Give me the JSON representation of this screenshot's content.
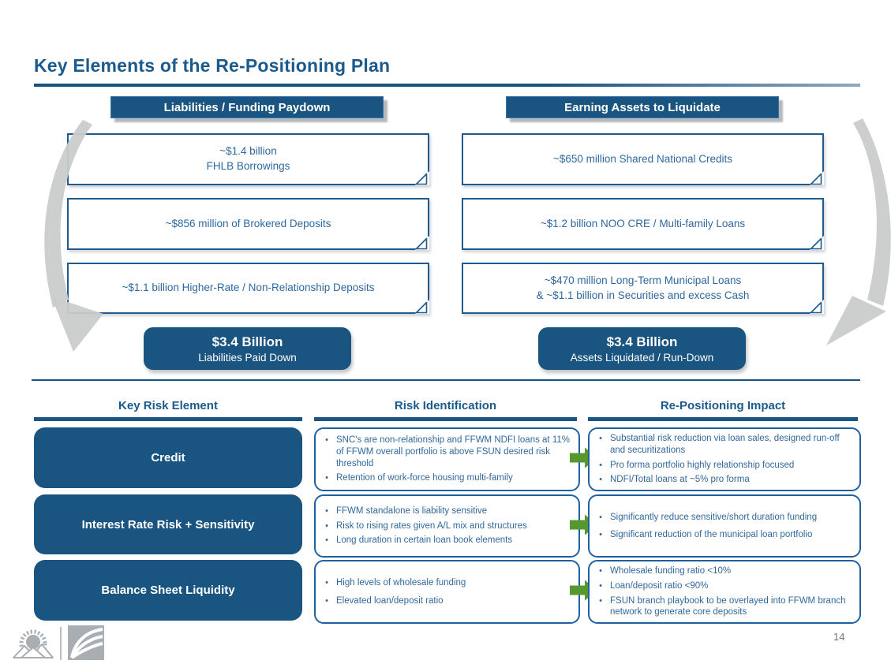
{
  "slide": {
    "title": "Key Elements of the Re-Positioning Plan",
    "page_number": "14"
  },
  "colors": {
    "dark_blue": "#1A5480",
    "title_blue": "#1B5A8C",
    "text_blue": "#31689B",
    "border_blue": "#2060A0",
    "green_arrow": "#55982F",
    "curved_arrow_gray": "#C9CCCB",
    "logo_gray": "#A9AEB2"
  },
  "top_section": {
    "left": {
      "header": "Liabilities / Funding Paydown",
      "boxes": [
        {
          "lines": [
            "~$1.4 billion",
            "FHLB Borrowings"
          ]
        },
        {
          "lines": [
            "~$856 million of Brokered Deposits"
          ]
        },
        {
          "lines": [
            "~$1.1 billion Higher-Rate / Non-Relationship Deposits"
          ]
        }
      ],
      "total": {
        "amount": "$3.4 Billion",
        "label": "Liabilities Paid Down"
      }
    },
    "right": {
      "header": "Earning Assets to Liquidate",
      "boxes": [
        {
          "lines": [
            "~$650 million Shared National Credits"
          ]
        },
        {
          "lines": [
            "~$1.2 billion NOO CRE / Multi-family Loans"
          ]
        },
        {
          "lines": [
            "~$470 million Long-Term Municipal Loans",
            "& ~$1.1 billion in Securities and excess Cash"
          ]
        }
      ],
      "total": {
        "amount": "$3.4 Billion",
        "label": "Assets Liquidated / Run-Down"
      }
    }
  },
  "risk_table": {
    "headers": [
      "Key Risk Element",
      "Risk Identification",
      "Re-Positioning Impact"
    ],
    "rows": [
      {
        "element": "Credit",
        "risks": [
          "SNC's are non-relationship and FFWM NDFI loans at 11% of FFWM overall portfolio is above FSUN desired risk threshold",
          "Retention of work-force housing multi-family"
        ],
        "impacts": [
          "Substantial risk reduction via loan sales, designed run-off and securitizations",
          "Pro forma portfolio highly relationship focused",
          "NDFI/Total loans at ~5% pro forma"
        ]
      },
      {
        "element": "Interest Rate Risk + Sensitivity",
        "risks": [
          "FFWM standalone is liability sensitive",
          "Risk to rising rates given A/L mix and structures",
          "Long duration in certain loan book elements"
        ],
        "impacts": [
          "Significantly reduce sensitive/short duration funding",
          "Significant reduction of the municipal loan portfolio"
        ]
      },
      {
        "element": "Balance Sheet Liquidity",
        "risks": [
          "High levels of wholesale funding",
          "Elevated loan/deposit ratio"
        ],
        "impacts": [
          "Wholesale funding ratio <10%",
          "Loan/deposit ratio <90%",
          "FSUN branch playbook to be overlayed into FFWM branch network to generate core deposits"
        ]
      }
    ]
  },
  "footer": {
    "logos": [
      "sunburst-logo",
      "book-pages-logo"
    ],
    "page_number": "14"
  }
}
